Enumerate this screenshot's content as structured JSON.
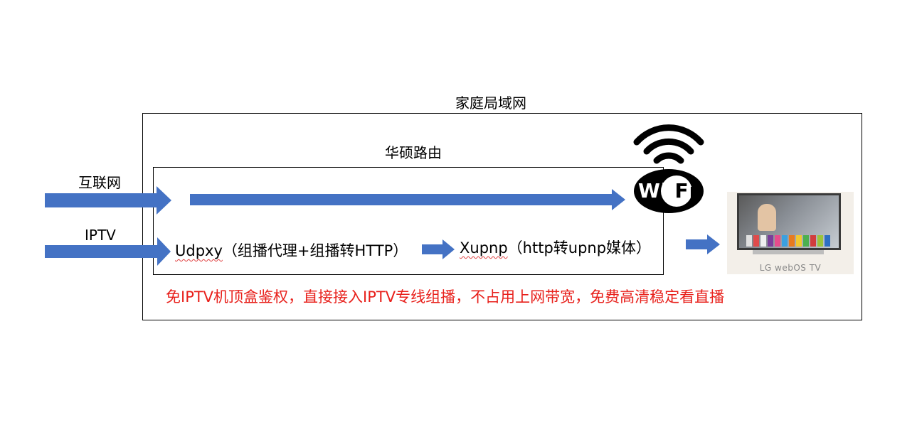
{
  "outer_box": {
    "title": "家庭局域网"
  },
  "router_box": {
    "title": "华硕路由"
  },
  "inputs": {
    "internet_label": "互联网",
    "iptv_label": "IPTV"
  },
  "flow": {
    "udpxy": {
      "name": "Udpxy",
      "desc": "（组播代理+组播转HTTP）"
    },
    "xupnp": {
      "name": "Xupnp",
      "desc": "（http转upnp媒体）"
    }
  },
  "wifi": {
    "text": "Wi Fi",
    "icon": "wifi-icon"
  },
  "tv": {
    "caption": "LG webOS TV",
    "icon": "tv-icon"
  },
  "note": "免IPTV机顶盒鉴权，直接接入IPTV专线组播，不占用上网带宽，免费高清稳定看直播",
  "colors": {
    "arrow": "#4472c4",
    "note": "#e8201b",
    "wavy": "#e04040"
  }
}
